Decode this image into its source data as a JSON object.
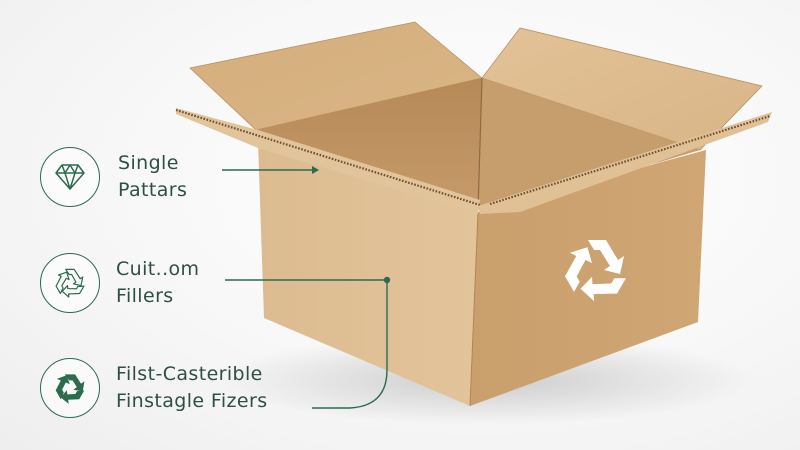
{
  "features": [
    {
      "icon": "diamond-icon",
      "line1": "Single",
      "line2": "Pattars"
    },
    {
      "icon": "recycle-outline-icon",
      "line1": "Cuit..om",
      "line2": "Fillers"
    },
    {
      "icon": "recycle-solid-icon",
      "line1": "Filst-Casterible",
      "line2": "Finstagle Fizers"
    }
  ],
  "box": {
    "logo": "recycle-icon",
    "logo_color": "#ffffff"
  },
  "colors": {
    "accent_green": "#2c6b4d",
    "text": "#2f4f44",
    "cardboard_light": "#dcb98c",
    "cardboard_mid": "#cfa878",
    "cardboard_dark": "#b88e5c",
    "background": "#f5f5f5"
  }
}
